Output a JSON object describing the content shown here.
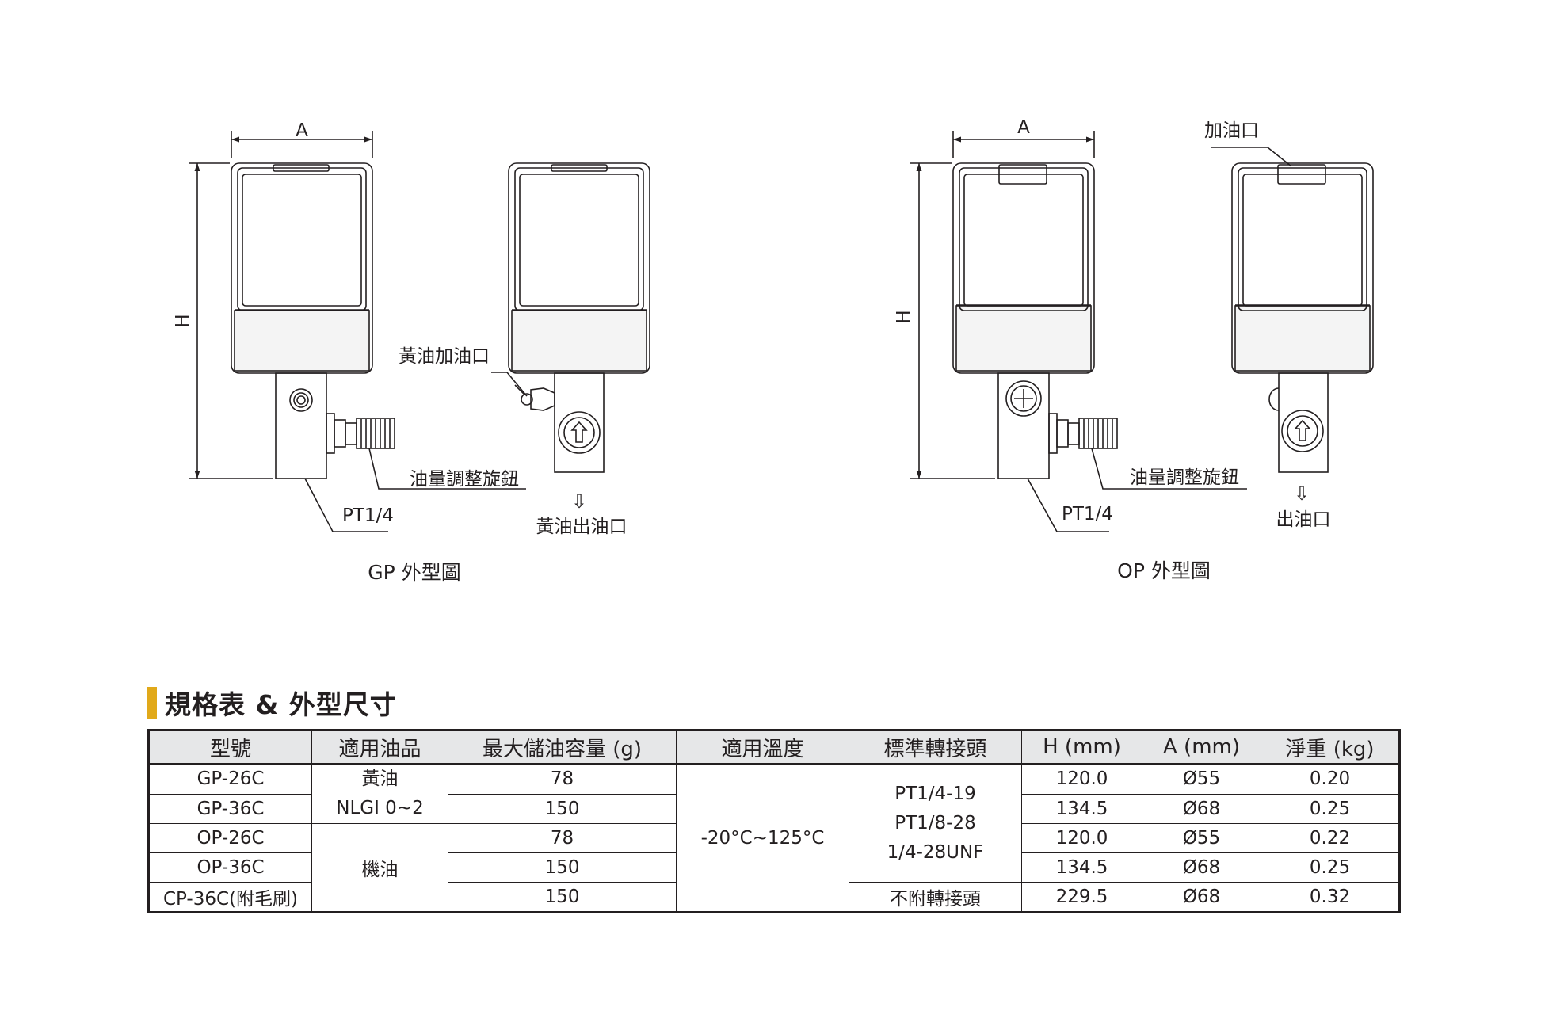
{
  "gp": {
    "dim_a": "A",
    "dim_h": "H",
    "grease_inlet": "黃油加油口",
    "adjust_knob": "油量調整旋鈕",
    "thread": "PT1/4",
    "outlet_arrow": "⇩",
    "grease_outlet": "黃油出油口",
    "caption": "GP 外型圖"
  },
  "op": {
    "dim_a": "A",
    "dim_h": "H",
    "oil_inlet": "加油口",
    "adjust_knob": "油量調整旋鈕",
    "thread": "PT1/4",
    "outlet_arrow": "⇩",
    "oil_outlet": "出油口",
    "caption": "OP 外型圖"
  },
  "spec": {
    "title": "規格表 & 外型尺寸",
    "accent_color": "#e1a91a",
    "header_bg": "#e6e7e8",
    "headers": [
      "型號",
      "適用油品",
      "最大儲油容量 (g)",
      "適用溫度",
      "標準轉接頭",
      "H (mm)",
      "A (mm)",
      "淨重 (kg)"
    ],
    "rows": [
      {
        "model": "GP-26C",
        "capacity": "78",
        "h": "120.0",
        "a": "Ø55",
        "weight": "0.20"
      },
      {
        "model": "GP-36C",
        "capacity": "150",
        "h": "134.5",
        "a": "Ø68",
        "weight": "0.25"
      },
      {
        "model": "OP-26C",
        "capacity": "78",
        "h": "120.0",
        "a": "Ø55",
        "weight": "0.22"
      },
      {
        "model": "OP-36C",
        "capacity": "150",
        "h": "134.5",
        "a": "Ø68",
        "weight": "0.25"
      },
      {
        "model": "CP-36C(附毛刷)",
        "capacity": "150",
        "h": "229.5",
        "a": "Ø68",
        "weight": "0.32"
      }
    ],
    "oil_grease": [
      "黃油",
      "NLGI 0~2"
    ],
    "oil_machine": "機油",
    "temperature": "-20°C~125°C",
    "adapters": [
      "PT1/4-19",
      "PT1/8-28",
      "1/4-28UNF"
    ],
    "adapter_none": "不附轉接頭"
  }
}
